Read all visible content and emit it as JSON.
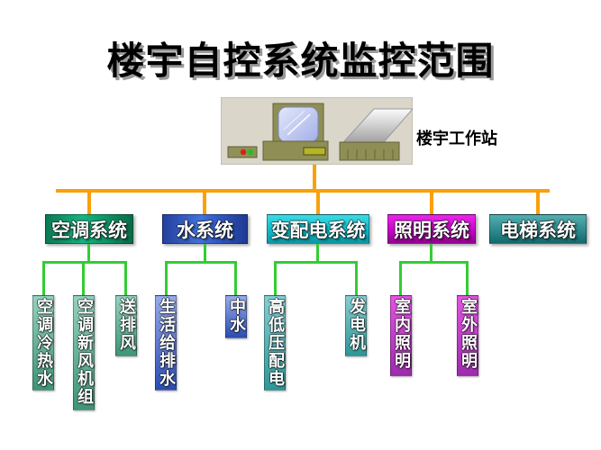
{
  "title": "楼宇自控系统监控范围",
  "workstation": {
    "label": "楼宇工作站",
    "icon": "computer-workstation-icon"
  },
  "colors": {
    "background": "#FFFFFF",
    "bus_line_orange": "#F9A00B",
    "connector_green": "#33CC33",
    "title_text": "#000000",
    "box_text": "#FFFFFF",
    "hvac_box_gradient": [
      "#0B7A52",
      "#16B381",
      "#0B6B47"
    ],
    "water_box_gradient": [
      "#24419E",
      "#4272DA",
      "#1E3A92"
    ],
    "power_box_gradient": [
      "#3FD9E4",
      "#0B97A3"
    ],
    "lighting_box_gradient": [
      "#EA25EA",
      "#93038F"
    ],
    "elevator_box_gradient": [
      "#55AEB0",
      "#14696B"
    ],
    "hvac_child_gradient": [
      "#93D2BF",
      "#3F9478"
    ],
    "water_child_gradient": [
      "#97ABE9",
      "#2B4CB3"
    ],
    "power_child_gradient": [
      "#86CED2",
      "#2E9697"
    ],
    "lighting_child_gradient": [
      "#E354E2",
      "#9C2CAB"
    ]
  },
  "systems": [
    {
      "label": "空调系统",
      "children": [
        {
          "label": "空调冷热水"
        },
        {
          "label": "空调新风机组"
        },
        {
          "label": "送排风"
        }
      ]
    },
    {
      "label": "水系统",
      "children": [
        {
          "label": "生活给排水"
        },
        {
          "label": "中水"
        }
      ]
    },
    {
      "label": "变配电系统",
      "children": [
        {
          "label": "高低压配电"
        },
        {
          "label": "发电机"
        }
      ]
    },
    {
      "label": "照明系统",
      "children": [
        {
          "label": "室内照明"
        },
        {
          "label": "室外照明"
        }
      ]
    },
    {
      "label": "电梯系统",
      "children": []
    }
  ]
}
